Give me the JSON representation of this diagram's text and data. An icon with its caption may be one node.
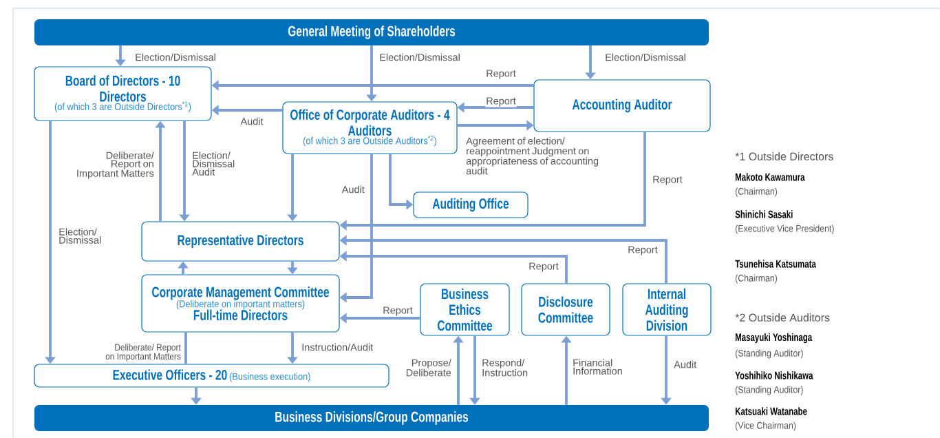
{
  "diagram": {
    "nodes": [
      {
        "text": [
          "General Meeting of Shareholders"
        ]
      },
      {
        "text": [
          "Board of Directors - 10 Directors",
          "(of which 3 are Outside Directors$^{*1}$)"
        ]
      },
      {
        "text": [
          "Office of Corporate Auditors - 4 Auditors",
          "(of which 3 are Outside Auditors$^{*2}$)"
        ]
      },
      {
        "text": [
          "Accounting Auditor"
        ]
      },
      {
        "text": [
          "Auditing Office"
        ]
      },
      {
        "text": [
          "Representative Directors"
        ]
      },
      {
        "text": [
          "Corporate Management Committee",
          "(Deliberate on important matters)",
          "Full-time Directors"
        ]
      },
      {
        "text": [
          "Business Ethics Committee"
        ]
      },
      {
        "text": [
          "Disclosure Committee"
        ]
      },
      {
        "text": [
          "Internal Auditing Division"
        ]
      },
      {
        "text": [
          "Executive Officers - 20",
          "(Business execution)"
        ]
      },
      {
        "text": [
          "Business Divisions/Group Companies"
        ]
      }
    ],
    "edges": [
      {
        "from": 0,
        "to": 1,
        "arrow": "to",
        "label": "Election/Dismissal"
      },
      {
        "from": 0,
        "to": 2,
        "arrow": "to",
        "label": "Election/Dismissal"
      },
      {
        "from": 0,
        "to": 3,
        "arrow": "to",
        "label": "Election/Dismissal"
      },
      {
        "from": 3,
        "to": 1,
        "arrow": "to",
        "label": "Report"
      },
      {
        "from": 3,
        "to": 2,
        "arrow": "to",
        "label": "Report"
      },
      {
        "from": 2,
        "to": 1,
        "arrow": "to",
        "label": "Audit"
      },
      {
        "from": 2,
        "to": 3,
        "arrow": "to",
        "label": "Agreement of election/ reappointment Judgment on appropriateness of accounting audit"
      },
      {
        "from": 5,
        "to": 1,
        "arrow": "to",
        "label": "Deliberate/ Report on Important Matters"
      },
      {
        "from": 1,
        "to": 5,
        "arrow": "to",
        "label": "Election/ Dismissal Audit"
      },
      {
        "from": 1,
        "to": 10,
        "arrow": "to",
        "label": "Election/ Dismissal"
      },
      {
        "from": 2,
        "to": 5,
        "arrow": "to"
      },
      {
        "from": 2,
        "to": 6,
        "arrow": "to",
        "label": "Audit"
      },
      {
        "from": 2,
        "to": 4,
        "arrow": "to"
      },
      {
        "from": 3,
        "to": 5,
        "arrow": "to",
        "label": "Report"
      },
      {
        "from": 9,
        "to": 5,
        "arrow": "to",
        "label": "Report"
      },
      {
        "from": 8,
        "to": 5,
        "arrow": "to",
        "label": "Report"
      },
      {
        "from": 6,
        "to": 5,
        "arrow": "to"
      },
      {
        "from": 5,
        "to": 6,
        "arrow": "to"
      },
      {
        "from": 7,
        "to": 6,
        "arrow": "to",
        "label": "Report"
      },
      {
        "from": 6,
        "to": 10,
        "arrow": "none",
        "label": "Deliberate/ Report on Important Matters"
      },
      {
        "from": 6,
        "to": 10,
        "arrow": "to",
        "label": "Instruction/Audit"
      },
      {
        "from": 10,
        "to": 11,
        "arrow": "to"
      },
      {
        "from": 11,
        "to": 7,
        "arrow": "to",
        "label": "Propose/ Deliberate"
      },
      {
        "from": 7,
        "to": 11,
        "arrow": "to",
        "label": "Respond/ Instruction"
      },
      {
        "from": 11,
        "to": 8,
        "arrow": "to",
        "label": "Financial Information"
      },
      {
        "from": 9,
        "to": 11,
        "arrow": "to",
        "label": "Audit"
      }
    ],
    "labels": [
      "*1 Outside Directors",
      "Makoto Kawamura",
      "(Chairman)",
      "Shinichi Sasaki",
      "(Executive Vice President)",
      "Tsunehisa Katsumata",
      "(Chairman)",
      "*2 Outside Auditors",
      "Masayuki Yoshinaga",
      "(Standing Auditor)",
      "Yoshihiko Nishikawa",
      "(Standing Auditor)",
      "Katsuaki Watanabe",
      "(Vice Chairman)"
    ]
  }
}
